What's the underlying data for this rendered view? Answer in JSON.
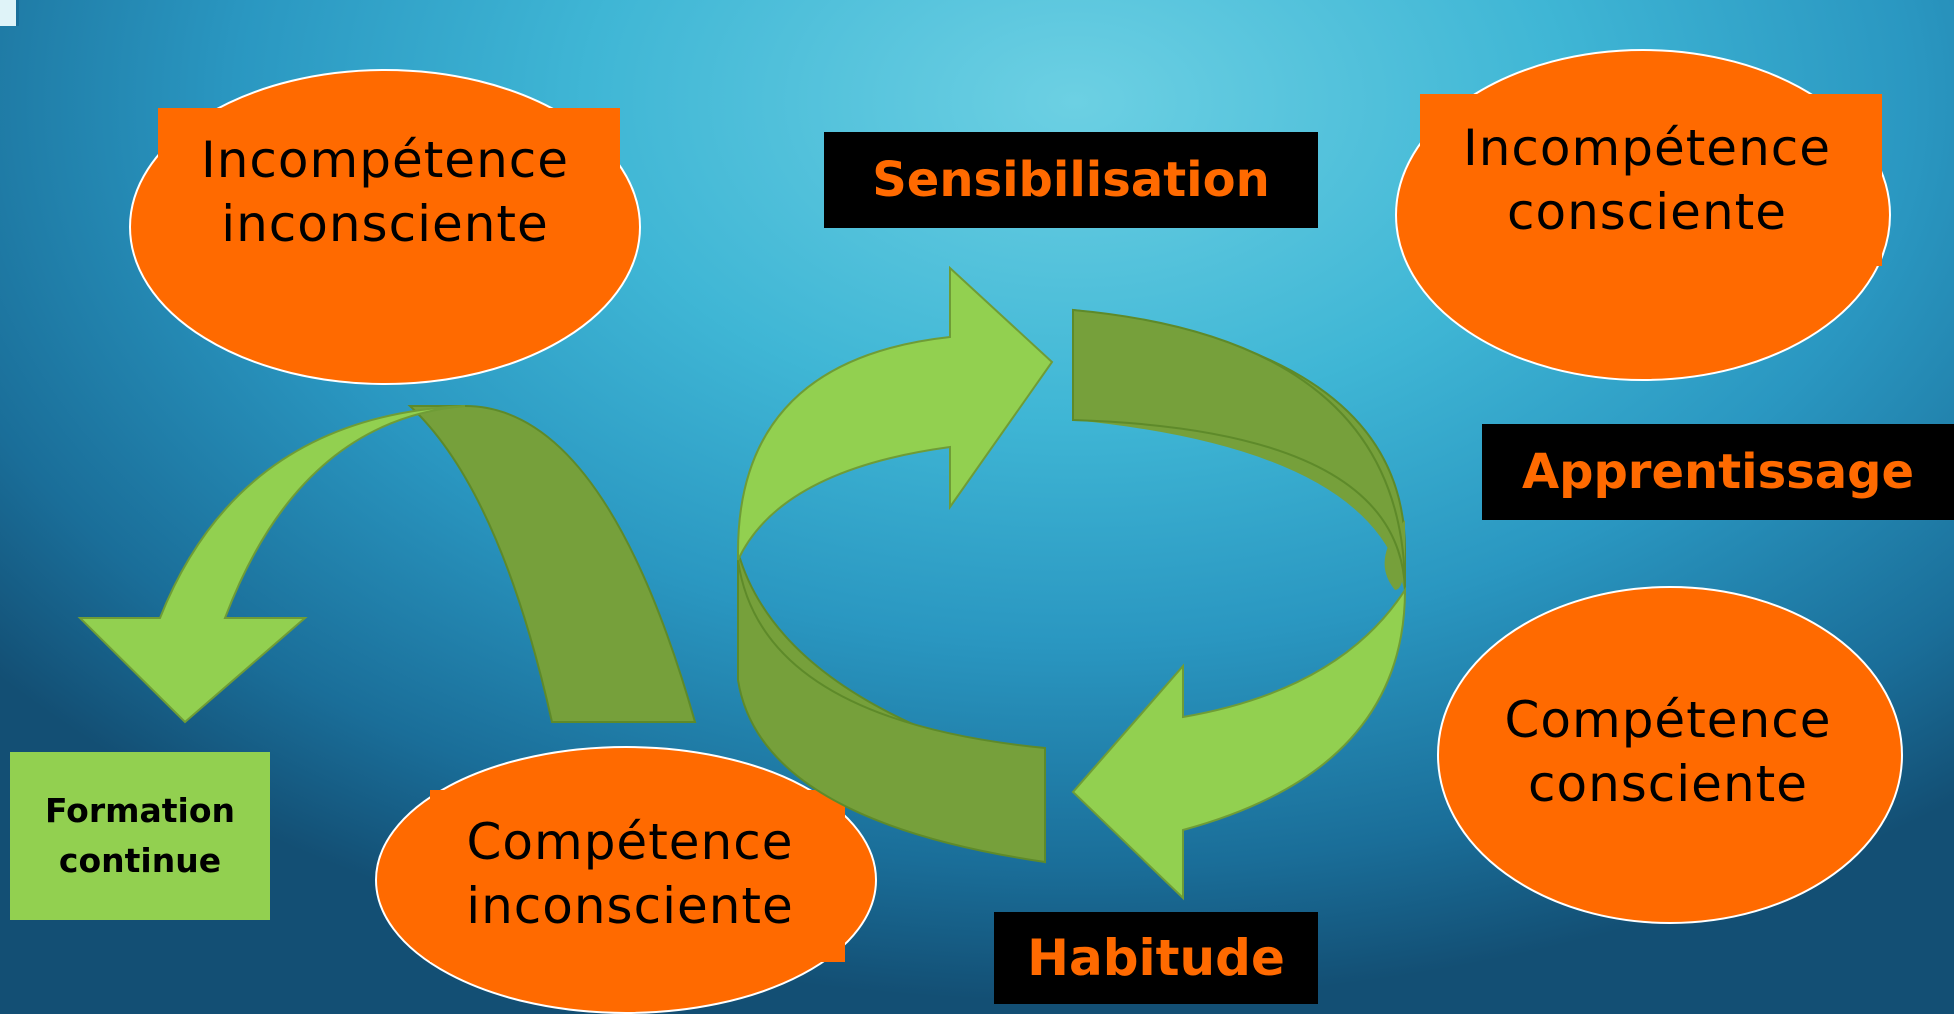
{
  "stages": [
    {
      "id": "incompetence-inconsciente",
      "line1": "Incompétence",
      "line2": "inconsciente"
    },
    {
      "id": "incompetence-consciente",
      "line1": "Incompétence",
      "line2": "consciente"
    },
    {
      "id": "competence-consciente",
      "line1": "Compétence",
      "line2": "consciente"
    },
    {
      "id": "competence-inconsciente",
      "line1": "Compétence",
      "line2": "inconsciente"
    }
  ],
  "transitions": {
    "sensibilisation": "Sensibilisation",
    "apprentissage": "Apprentissage",
    "habitude": "Habitude"
  },
  "formation": {
    "text": "Formation\ncontinue"
  },
  "colors": {
    "stage_fill": "#ff6a00",
    "arrow_light": "#92d050",
    "arrow_dark": "#76a03b",
    "label_bg": "#000000",
    "label_text": "#ff6a00",
    "formation_fill": "#92d050"
  }
}
